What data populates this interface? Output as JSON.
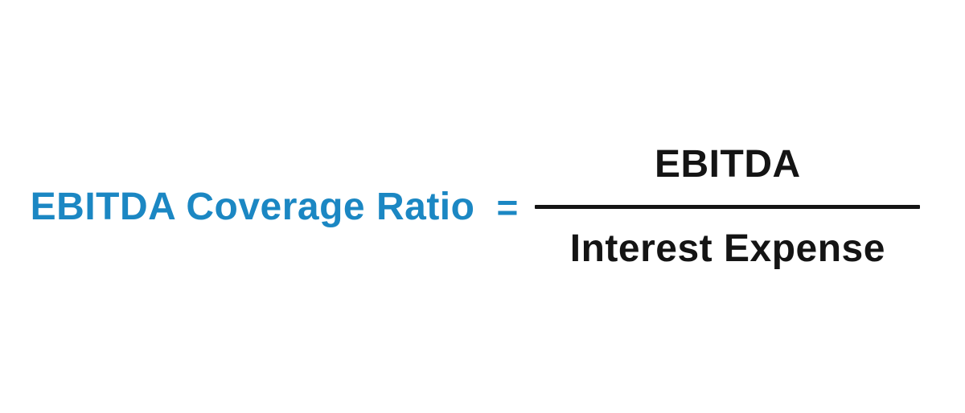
{
  "formula": {
    "lhs": "EBITDA Coverage Ratio",
    "equals": "=",
    "numerator": "EBITDA",
    "denominator": "Interest Expense"
  },
  "colors": {
    "accent_blue": "#1b87c3",
    "text_black": "#141414",
    "background": "#ffffff"
  }
}
